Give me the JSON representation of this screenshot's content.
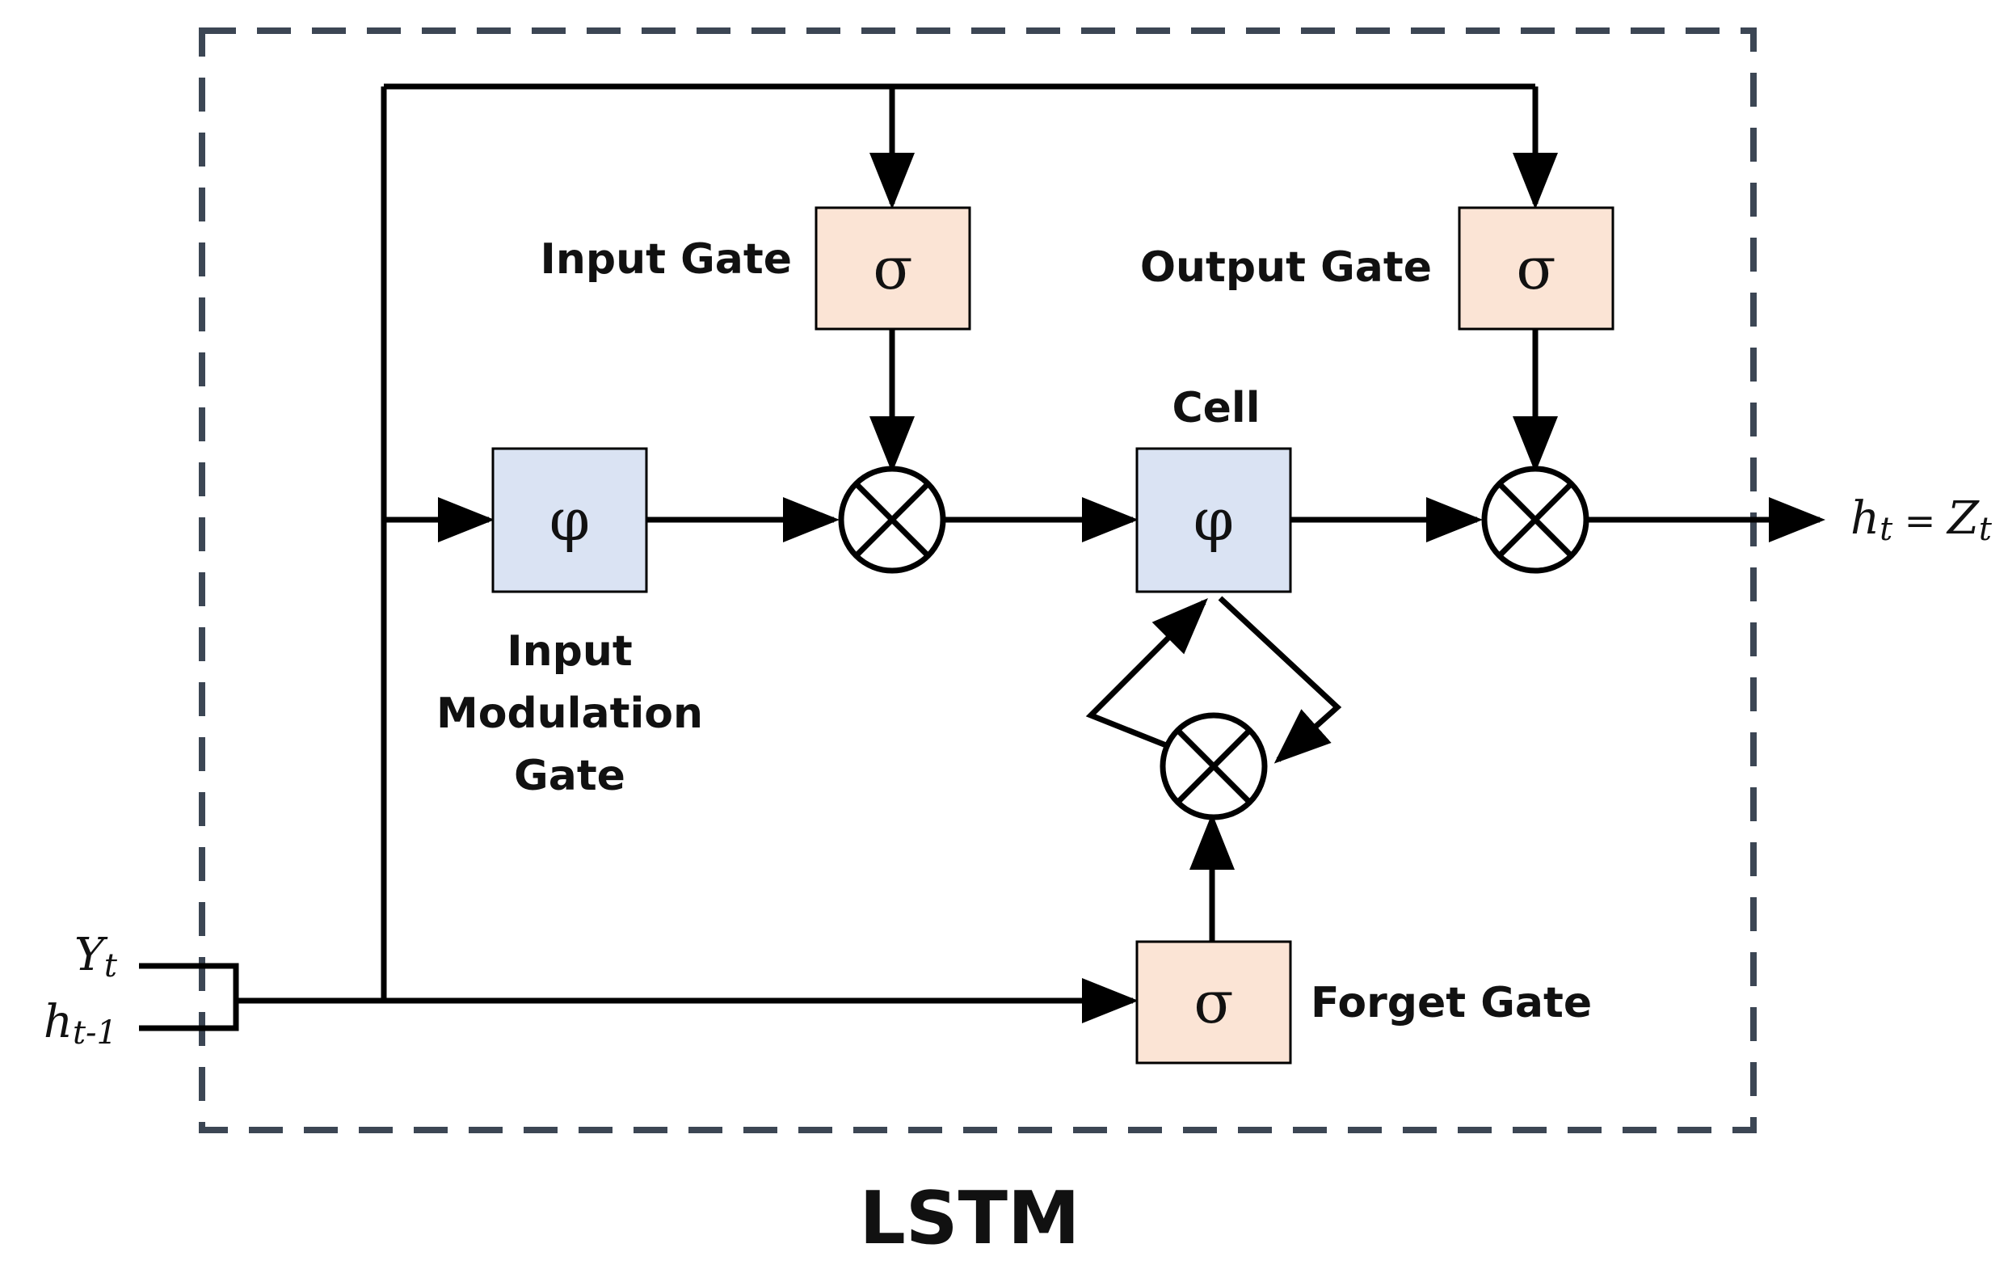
{
  "title": "LSTM",
  "colors": {
    "sigmoid_fill": "#fbe4d5",
    "tanh_fill": "#dae3f3",
    "line": "#000000",
    "boundary": "#3c4654"
  },
  "gates": {
    "input_gate": {
      "label": "Input Gate",
      "symbol": "σ"
    },
    "output_gate": {
      "label": "Output Gate",
      "symbol": "σ"
    },
    "forget_gate": {
      "label": "Forget Gate",
      "symbol": "σ"
    },
    "input_modulation_gate": {
      "label_lines": [
        "Input",
        "Modulation",
        "Gate"
      ],
      "symbol": "φ"
    },
    "cell": {
      "label": "Cell",
      "symbol": "φ"
    }
  },
  "io": {
    "input_x": {
      "base": "Y",
      "sub": "t"
    },
    "input_h": {
      "base": "h",
      "sub": "t-1"
    },
    "output": {
      "base1": "h",
      "sub1": "t",
      "eq": " = ",
      "base2": "Z",
      "sub2": "t"
    }
  },
  "icons": [
    "multiply-icon",
    "arrow-icon"
  ]
}
